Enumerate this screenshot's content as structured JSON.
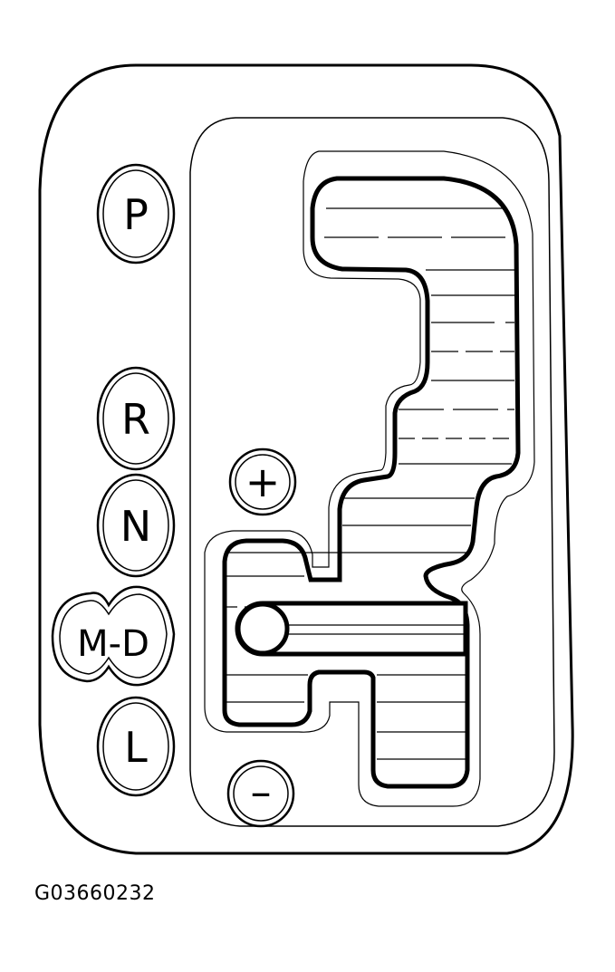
{
  "diagram": {
    "gear_positions": [
      {
        "label": "P"
      },
      {
        "label": "R"
      },
      {
        "label": "N"
      },
      {
        "label": "M-D"
      },
      {
        "label": "L"
      }
    ],
    "manual_shift": {
      "upshift_symbol": "+",
      "downshift_symbol": "–"
    },
    "figure_id": "G03660232"
  }
}
